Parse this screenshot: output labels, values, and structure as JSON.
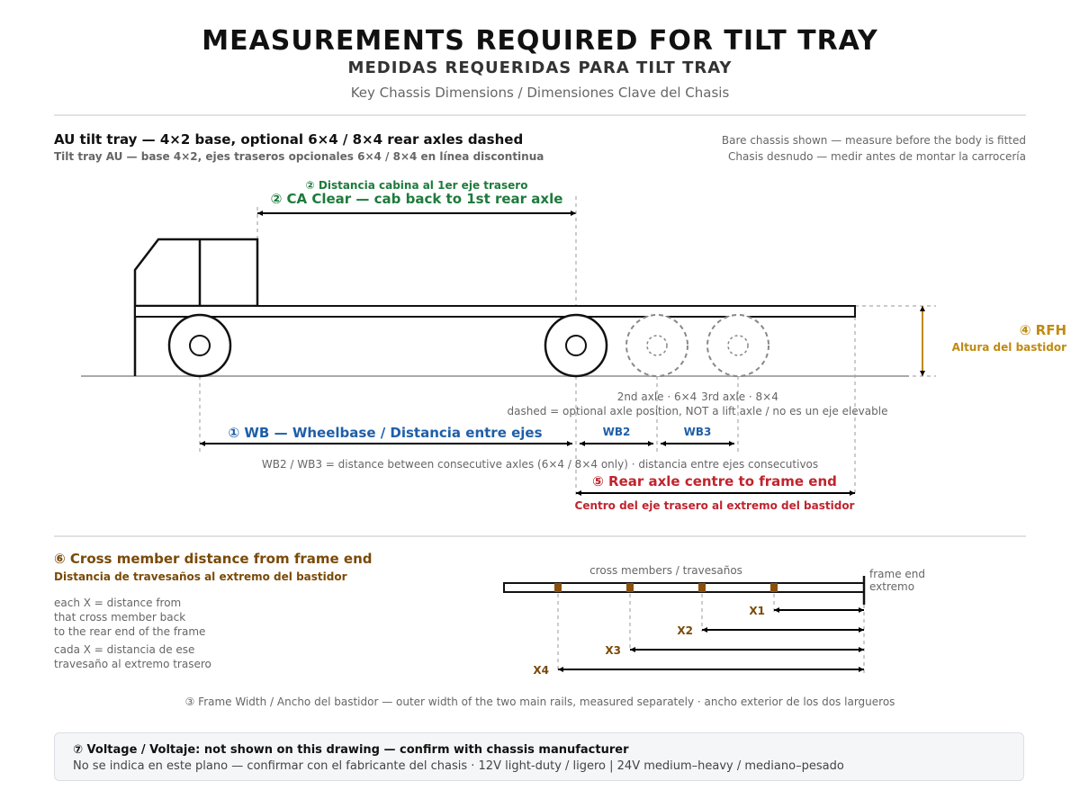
{
  "header": {
    "title": "MEASUREMENTS REQUIRED FOR TILT TRAY",
    "title_es": "MEDIDAS REQUERIDAS PARA TILT TRAY",
    "subtitle": "Key Chassis Dimensions / Dimensiones Clave del Chasis"
  },
  "section1": {
    "heading": "AU tilt tray — 4×2 base, optional 6×4 / 8×4 rear axles dashed",
    "heading_es": "Tilt tray AU — base 4×2, ejes traseros opcionales 6×4 / 8×4 en línea discontinua",
    "note_line1": "Bare chassis shown — measure before the body is fitted",
    "note_line2": "Chasis desnudo — medir antes de montar la carrocería"
  },
  "ca": {
    "label_es": "② Distancia cabina al 1er eje trasero",
    "label": "② CA Clear — cab back to 1st rear axle"
  },
  "rfh": {
    "label": "④ RFH",
    "label_es": "Altura del bastidor"
  },
  "axles": {
    "second_label": "2nd axle · 6×4",
    "third_label": "3rd axle · 8×4",
    "dashed_note": "dashed = optional axle position, NOT a lift axle / no es un eje elevable"
  },
  "wb": {
    "label": "① WB — Wheelbase / Distancia entre ejes",
    "wb2": "WB2",
    "wb3": "WB3",
    "note": "WB2 / WB3 = distance between consecutive axles (6×4 / 8×4 only) · distancia entre ejes consecutivos"
  },
  "rear": {
    "label": "⑤ Rear axle centre to frame end",
    "label_es": "Centro del eje trasero al extremo del bastidor"
  },
  "section2": {
    "heading": "⑥ Cross member distance from frame end",
    "heading_es": "Distancia de travesaños al extremo del bastidor",
    "desc_en_1": "each X = distance from",
    "desc_en_2": "that cross member back",
    "desc_en_3": "to the rear end of the frame",
    "desc_es_1": "cada X = distancia de ese",
    "desc_es_2": "travesaño al extremo trasero",
    "cross_members_label": "cross members / travesaños",
    "frame_end_1": "frame end",
    "frame_end_2": "extremo",
    "x1": "X1",
    "x2": "X2",
    "x3": "X3",
    "x4": "X4"
  },
  "frame_width_note": "③ Frame Width / Ancho del bastidor — outer width of the two main rails, measured separately · ancho exterior de los dos largueros",
  "footer": {
    "title": "⑦ Voltage / Voltaje: not shown on this drawing — confirm with chassis manufacturer",
    "text": "No se indica en este plano — confirmar con el fabricante del chasis · 12V light-duty / ligero | 24V medium–heavy / mediano–pesado"
  },
  "colors": {
    "green": "#1e7a3c",
    "blue": "#1f5fa8",
    "red": "#c0242e",
    "gold": "#c08a12",
    "brown": "#7a4a08"
  }
}
